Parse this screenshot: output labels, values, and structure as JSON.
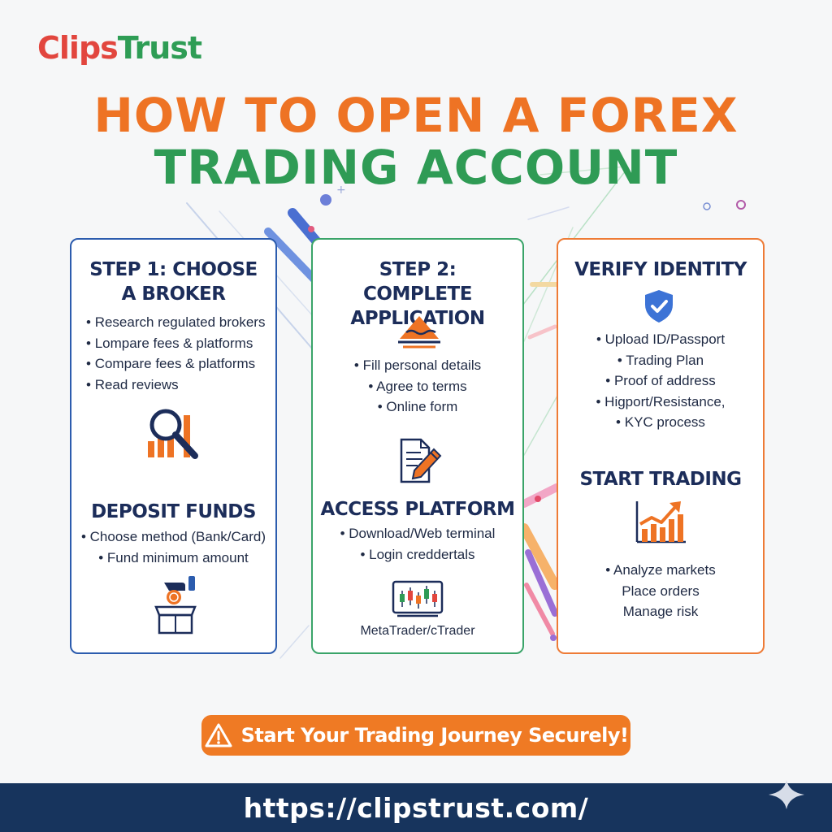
{
  "logo": {
    "clips": "Clips",
    "trust": "Trust"
  },
  "title": {
    "line1": "HOW TO OPEN A FOREX",
    "line2": "TRADING ACCOUNT"
  },
  "card1": {
    "heading": "STEP 1: CHOOSE A BROKER",
    "items": [
      "Research regulated brokers",
      "Lompare fees & platforms",
      "Compare fees & platforms",
      "Read reviews"
    ],
    "icon": "magnifier-chart-icon",
    "heading2": "DEPOSIT FUNDS",
    "items2": [
      "Choose method (Bank/Card)",
      "Fund minimum amount"
    ],
    "icon2": "deposit-box-icon"
  },
  "card2": {
    "heading": "STEP 2: COMPLETE APPLICATION",
    "icon": "application-form-icon",
    "items": [
      "Fill personal details",
      "Agree to terms",
      "Online form"
    ],
    "icon2": "document-pencil-icon",
    "heading2": "ACCESS PLATFORM",
    "items2": [
      "Download/Web terminal",
      "Login creddertals"
    ],
    "icon3": "candlestick-terminal-icon",
    "caption": "MetaTrader/cTrader"
  },
  "card3": {
    "heading": "VERIFY IDENTITY",
    "icon": "shield-check-icon",
    "items": [
      "Upload ID/Passport",
      "Trading Plan",
      "Proof of address",
      "Higport/Resistance,",
      "KYC process"
    ],
    "heading2": "START TRADING",
    "icon2": "growth-chart-icon",
    "items2": [
      "Analyze markets",
      "Place orders",
      "Manage risk"
    ]
  },
  "cta": {
    "label": "Start Your Trading Journey Securely!",
    "icon": "warning-icon"
  },
  "footer": {
    "url": "https://clipstrust.com/"
  },
  "colors": {
    "orange": "#ee7324",
    "green": "#2f9b55",
    "navy": "#1c2d5a",
    "blue": "#2c5cae",
    "footer": "#17345d"
  }
}
